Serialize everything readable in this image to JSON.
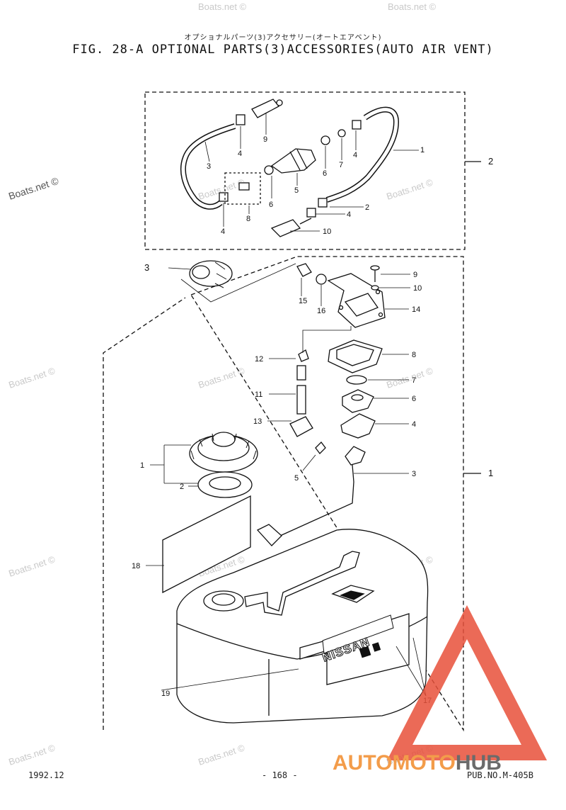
{
  "header": {
    "jp_title": "オプショナルパーツ(3)アクセサリー(オートエアベント)",
    "title": "FIG. 28-A OPTIONAL PARTS(3)ACCESSORIES(AUTO AIR VENT)"
  },
  "callouts": {
    "top": {
      "c1": "1",
      "c2": "2",
      "c2_group": "2",
      "c3": "3",
      "c4a": "4",
      "c4b": "4",
      "c4c": "4",
      "c4d": "4",
      "c5": "5",
      "c6a": "6",
      "c6b": "6",
      "c7": "7",
      "c8": "8",
      "c9": "9",
      "c10": "10"
    },
    "tank": {
      "c1_group": "1",
      "c1": "1",
      "c2": "2",
      "c3": "3",
      "c3_float": "3",
      "c4": "4",
      "c5": "5",
      "c6": "6",
      "c7": "7",
      "c8": "8",
      "c9": "9",
      "c10": "10",
      "c11": "11",
      "c12": "12",
      "c13": "13",
      "c14": "14",
      "c15": "15",
      "c16": "16",
      "c17": "17",
      "c18": "18",
      "c19": "19"
    }
  },
  "tank_brand": "NISSAN",
  "watermark": "Boats.net ©",
  "footer": {
    "date": "1992.12",
    "page": "- 168 -",
    "pub": "PUB.NO.M-405B"
  },
  "logo": {
    "word_a": "AUTOMOTO",
    "word_b": "HUB",
    "color_a": "#f39c4a",
    "color_b": "#6b6b6b",
    "triangle_color": "#e8503a"
  }
}
